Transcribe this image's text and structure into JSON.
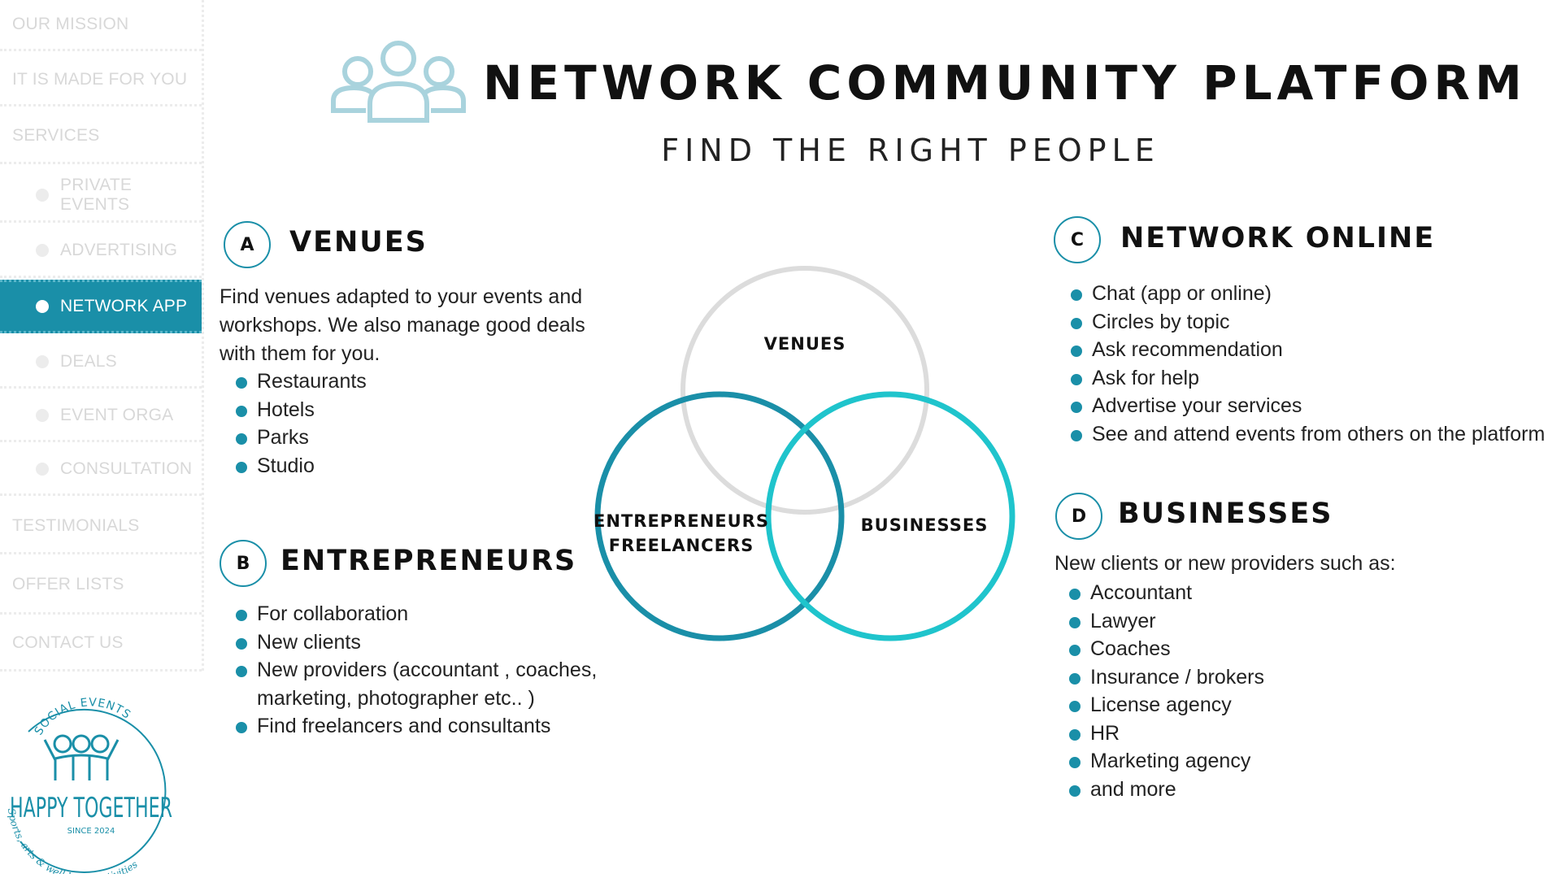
{
  "sidebar": {
    "items": [
      {
        "label": "OUR MISSION",
        "sub": false,
        "active": false
      },
      {
        "label": "IT IS MADE FOR YOU",
        "sub": false,
        "active": false
      },
      {
        "label": "SERVICES",
        "sub": false,
        "active": false
      },
      {
        "label": "PRIVATE EVENTS",
        "sub": true,
        "active": false
      },
      {
        "label": "ADVERTISING",
        "sub": true,
        "active": false
      },
      {
        "label": "NETWORK APP",
        "sub": true,
        "active": true
      },
      {
        "label": "DEALS",
        "sub": true,
        "active": false
      },
      {
        "label": "EVENT ORGA",
        "sub": true,
        "active": false
      },
      {
        "label": "CONSULTATION",
        "sub": true,
        "active": false
      },
      {
        "label": "TESTIMONIALS",
        "sub": false,
        "active": false
      },
      {
        "label": "OFFER LISTS",
        "sub": false,
        "active": false
      },
      {
        "label": "CONTACT US",
        "sub": false,
        "active": false
      }
    ]
  },
  "logo": {
    "top_text": "SOCIAL EVENTS",
    "name": "HAPPY TOGETHER",
    "since": "SINCE 2024",
    "bottom_text": "Sports, arts & well-being activities"
  },
  "header": {
    "title": "NETWORK COMMUNITY PLATFORM",
    "subtitle": "FIND THE RIGHT PEOPLE"
  },
  "sections": {
    "venues": {
      "badge": "A",
      "title": "VENUES",
      "text": "Find venues adapted to your events and workshops. We also manage good deals with them for you.",
      "items": [
        "Restaurants",
        "Hotels",
        "Parks",
        "Studio"
      ]
    },
    "entrepreneurs": {
      "badge": "B",
      "title": "ENTREPRENEURS",
      "items": [
        "For collaboration",
        "New clients",
        "New providers (accountant , coaches, marketing, photographer etc.. )",
        "Find freelancers and consultants"
      ]
    },
    "network_online": {
      "badge": "C",
      "title": "NETWORK ONLINE",
      "items": [
        "Chat (app or online)",
        "Circles by topic",
        "Ask recommendation",
        "Ask for help",
        "Advertise your services",
        "See and attend events from others on the platform"
      ]
    },
    "businesses": {
      "badge": "D",
      "title": "BUSINESSES",
      "text": "New clients or new providers such as:",
      "items": [
        "Accountant",
        "Lawyer",
        "Coaches",
        "Insurance / brokers",
        "License agency",
        "HR",
        "Marketing agency",
        "and more"
      ]
    }
  },
  "venn": {
    "venues_label": "VENUES",
    "entrepreneurs_label_1": "ENTREPRENEURS",
    "entrepreneurs_label_2": "FREELANCERS",
    "businesses_label": "BUSINESSES",
    "colors": {
      "venues": "#dcdcdc",
      "entrepreneurs": "#1a8fa8",
      "businesses": "#1fc4cc"
    }
  },
  "colors": {
    "accent": "#1a8fa8",
    "sidebar_text": "#d8d8d8",
    "icon": "#a9d3dd"
  }
}
